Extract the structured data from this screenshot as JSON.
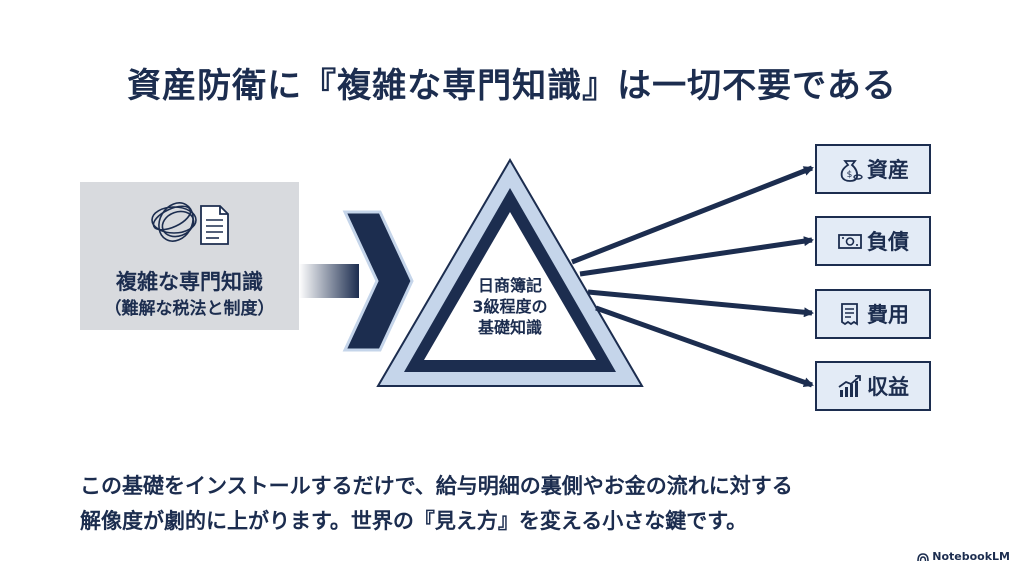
{
  "title": "資産防衛に『複雑な専門知識』は一切不要である",
  "left_box": {
    "main": "複雑な専門知識",
    "sub": "（難解な税法と制度）"
  },
  "triangle": {
    "lines": [
      "日商簿記",
      "3級程度の",
      "基礎知識"
    ]
  },
  "categories": [
    {
      "label": "資産",
      "icon": "money-bag-icon"
    },
    {
      "label": "負債",
      "icon": "banknote-icon"
    },
    {
      "label": "費用",
      "icon": "receipt-icon"
    },
    {
      "label": "収益",
      "icon": "growth-chart-icon"
    }
  ],
  "body": {
    "line1": "この基礎をインストールするだけで、給与明細の裏側やお金の流れに対する",
    "line2": "解像度が劇的に上がります。世界の『見え方』を変える小さな鍵です。"
  },
  "logo": "NotebookLM",
  "colors": {
    "navy": "#1c2d4f",
    "light_blue": "#e3ebf6",
    "gray_box": "#d8dade",
    "triangle_blue": "#c5d5ea"
  }
}
